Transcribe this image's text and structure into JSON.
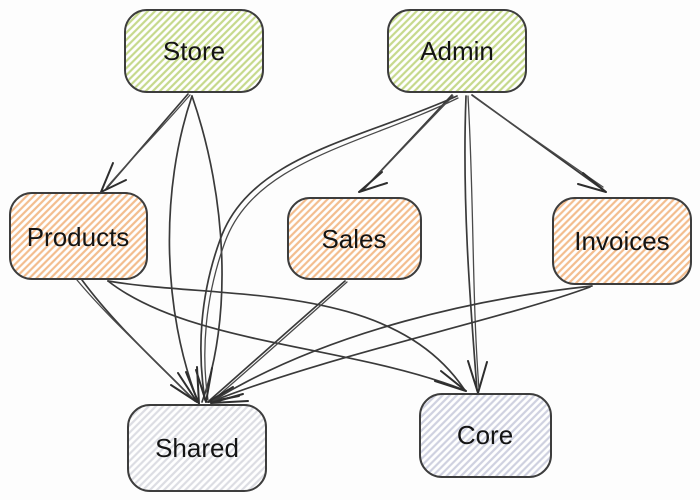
{
  "diagram": {
    "type": "dependency-graph",
    "nodes": [
      {
        "id": "store",
        "label": "Store",
        "group": "app",
        "hatch_color": "#c6d98c"
      },
      {
        "id": "admin",
        "label": "Admin",
        "group": "app",
        "hatch_color": "#c6d98c"
      },
      {
        "id": "products",
        "label": "Products",
        "group": "feature",
        "hatch_color": "#f3bd8e"
      },
      {
        "id": "sales",
        "label": "Sales",
        "group": "feature",
        "hatch_color": "#f3bd8e"
      },
      {
        "id": "invoices",
        "label": "Invoices",
        "group": "feature",
        "hatch_color": "#f3bd8e"
      },
      {
        "id": "shared",
        "label": "Shared",
        "group": "lib",
        "hatch_color": "#dcdde3"
      },
      {
        "id": "core",
        "label": "Core",
        "group": "lib",
        "hatch_color": "#cfd1e0"
      }
    ],
    "edges": [
      {
        "from": "Store",
        "to": "Products"
      },
      {
        "from": "Store",
        "to": "Shared"
      },
      {
        "from": "Admin",
        "to": "Sales"
      },
      {
        "from": "Admin",
        "to": "Invoices"
      },
      {
        "from": "Admin",
        "to": "Core"
      },
      {
        "from": "Admin",
        "to": "Shared"
      },
      {
        "from": "Products",
        "to": "Shared"
      },
      {
        "from": "Products",
        "to": "Core"
      },
      {
        "from": "Sales",
        "to": "Shared"
      },
      {
        "from": "Invoices",
        "to": "Shared"
      }
    ],
    "colors": {
      "node_border": "#3d3d3d",
      "edge_stroke": "#3a3a3a",
      "label_text": "#141414",
      "background": "#fdfdfd",
      "app_hatch": "#c6d98c",
      "feature_hatch": "#f3bd8e",
      "shared_hatch": "#dcdde3",
      "core_hatch": "#cfd1e0"
    }
  }
}
